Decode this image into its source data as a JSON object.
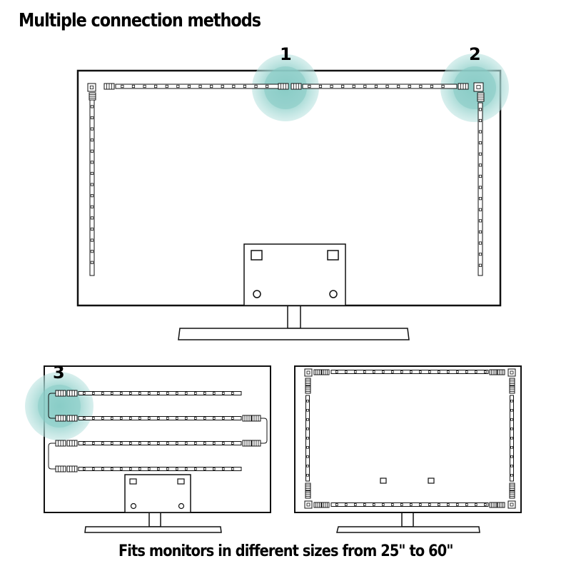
{
  "title": "Multiple connection methods",
  "caption": "Fits monitors in different sizes from 25\" to 60\"",
  "markers": {
    "one": "1",
    "two": "2",
    "three": "3"
  },
  "colors": {
    "highlight": "#9fd6d2",
    "highlight_inner": "#8ccdc8",
    "line": "#111111"
  }
}
